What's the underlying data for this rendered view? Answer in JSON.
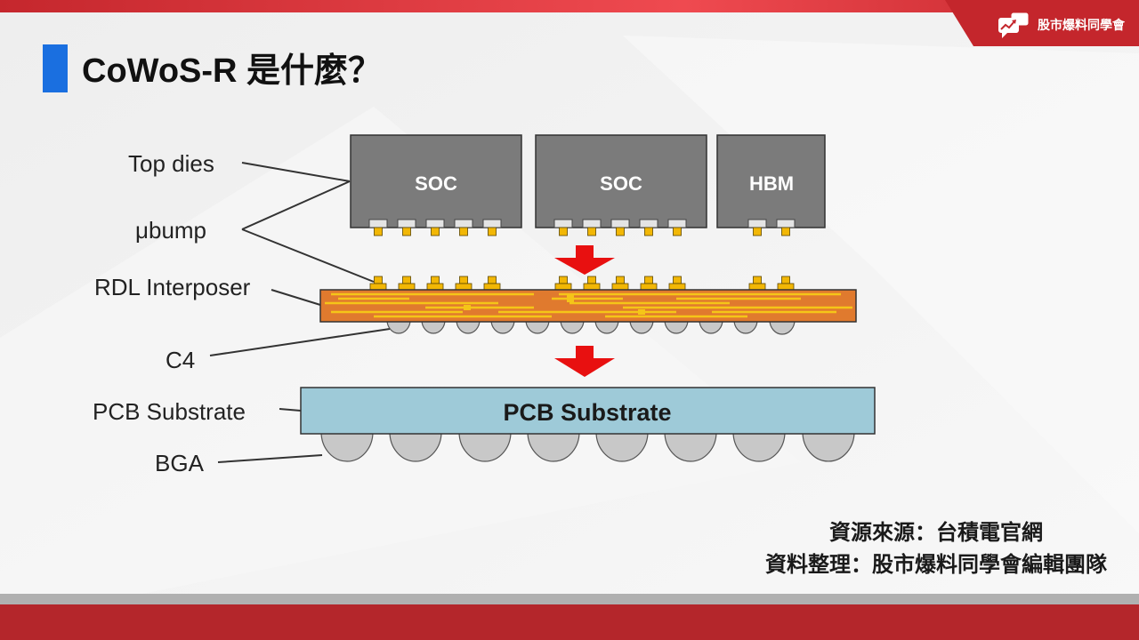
{
  "header": {
    "logo_text": "股市爆料同學會",
    "logo_icon": "chat-chart-logo-icon"
  },
  "title": "CoWoS-R 是什麼？",
  "diagram": {
    "labels": {
      "top_dies": "Top dies",
      "ubump": "μbump",
      "rdl_interposer": "RDL Interposer",
      "c4": "C4",
      "pcb_substrate": "PCB Substrate",
      "bga": "BGA"
    },
    "dies": [
      {
        "label": "SOC"
      },
      {
        "label": "SOC"
      },
      {
        "label": "HBM"
      }
    ],
    "substrate_label": "PCB Substrate"
  },
  "footer": {
    "source": "資源來源：台積電官網",
    "compiled_by": "資料整理：股市爆料同學會編輯團隊"
  },
  "colors": {
    "brand_red": "#c4262c",
    "title_accent_blue": "#1a6fe0",
    "die_gray": "#7b7b7b",
    "interposer_orange": "#e07a2e",
    "trace_yellow": "#f5c518",
    "substrate_blue": "#9ecad8",
    "bump_gray": "#c8c8c8",
    "arrow_red": "#e81010"
  }
}
